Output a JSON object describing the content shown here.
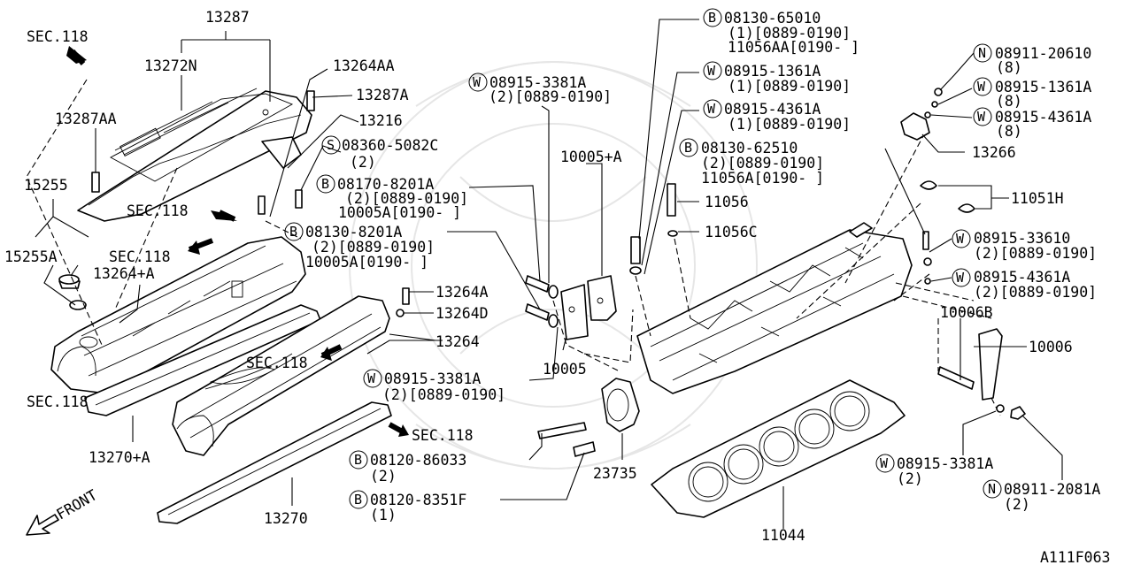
{
  "diagram_id": "A111F063",
  "front_label": "FRONT",
  "labels": {
    "sec118_top": "SEC.118",
    "p13287": "13287",
    "p13272N": "13272N",
    "p13264AA": "13264AA",
    "p13287A": "13287A",
    "p13287AA": "13287AA",
    "p13216": "13216",
    "s08360_1": "08360-5082C",
    "s08360_2": "(2)",
    "p15255": "15255",
    "sec118_a": "SEC.118",
    "b08170_1": "08170-8201A",
    "b08170_2": "(2)[0889-0190]",
    "b08170_3": "10005A[0190-      ]",
    "b08130a_1": "08130-8201A",
    "b08130a_2": "(2)[0889-0190]",
    "b08130a_3": "10005A[0190-      ]",
    "p15255A": "15255A",
    "sec118_b": "SEC.118",
    "p13264pA": "13264+A",
    "p13264A": "13264A",
    "p13264D": "13264D",
    "p13264": "13264",
    "sec118_c": "SEC.118",
    "sec118_d": "SEC.118",
    "w3381_1": "08915-3381A",
    "w3381_2": "(2)[0889-0190]",
    "sec118_e": "SEC.118",
    "p13270pA": "13270+A",
    "b08120a_1": "08120-86033",
    "b08120a_2": "(2)",
    "b08120b_1": "08120-8351F",
    "b08120b_2": "(1)",
    "p13270": "13270",
    "p23735": "23735",
    "p10005": "10005",
    "p10005pA": "10005+A",
    "w3381top_1": "08915-3381A",
    "w3381top_2": "(2)[0889-0190]",
    "b65010_1": "08130-65010",
    "b65010_2": "(1)[0889-0190]",
    "b65010_3": "11056AA[0190-      ]",
    "w1361_1": "08915-1361A",
    "w1361_2": "(1)[0889-0190]",
    "w4361_1": "08915-4361A",
    "w4361_2": "(1)[0889-0190]",
    "b62510_1": "08130-62510",
    "b62510_2": "(2)[0889-0190]",
    "b62510_3": "11056A[0190-      ]",
    "p11056": "11056",
    "p11056C": "11056C",
    "n20610_1": "08911-20610",
    "n20610_2": "(8)",
    "w1361r_1": "08915-1361A",
    "w1361r_2": "(8)",
    "w4361r_1": "08915-4361A",
    "w4361r_2": "(8)",
    "p13266": "13266",
    "p11051H": "11051H",
    "w33610_1": "08915-33610",
    "w33610_2": "(2)[0889-0190]",
    "w4361b_1": "08915-4361A",
    "w4361b_2": "(2)[0889-0190]",
    "p10006B": "10006B",
    "p10006": "10006",
    "w3381r_1": "08915-3381A",
    "w3381r_2": "(2)",
    "n2081_1": "08911-2081A",
    "n2081_2": "(2)",
    "p11044": "11044"
  },
  "prefixes": {
    "S": "S",
    "B": "B",
    "W": "W",
    "N": "N"
  }
}
